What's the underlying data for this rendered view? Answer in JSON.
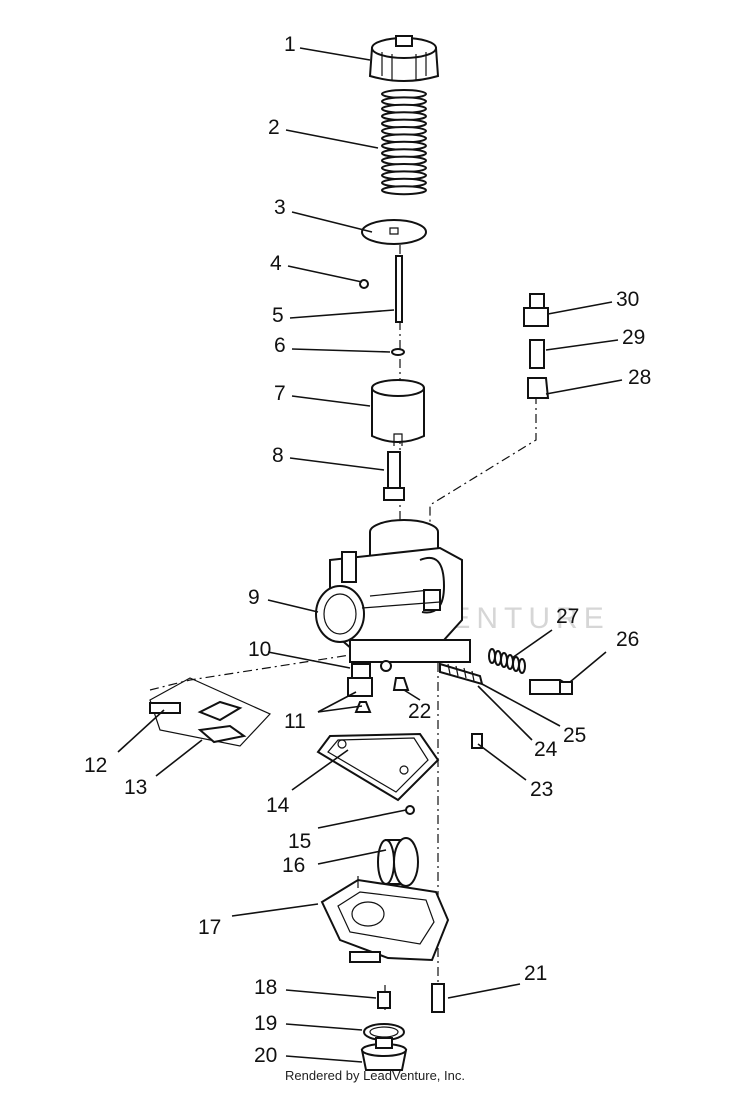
{
  "diagram": {
    "callouts": [
      "1",
      "2",
      "3",
      "4",
      "5",
      "6",
      "7",
      "8",
      "9",
      "10",
      "11",
      "12",
      "13",
      "14",
      "15",
      "16",
      "17",
      "18",
      "19",
      "20",
      "21",
      "22",
      "23",
      "24",
      "25",
      "26",
      "27",
      "28",
      "29",
      "30"
    ]
  },
  "watermark": "LEADVENTURE",
  "footer": "Rendered by LeadVenture, Inc."
}
